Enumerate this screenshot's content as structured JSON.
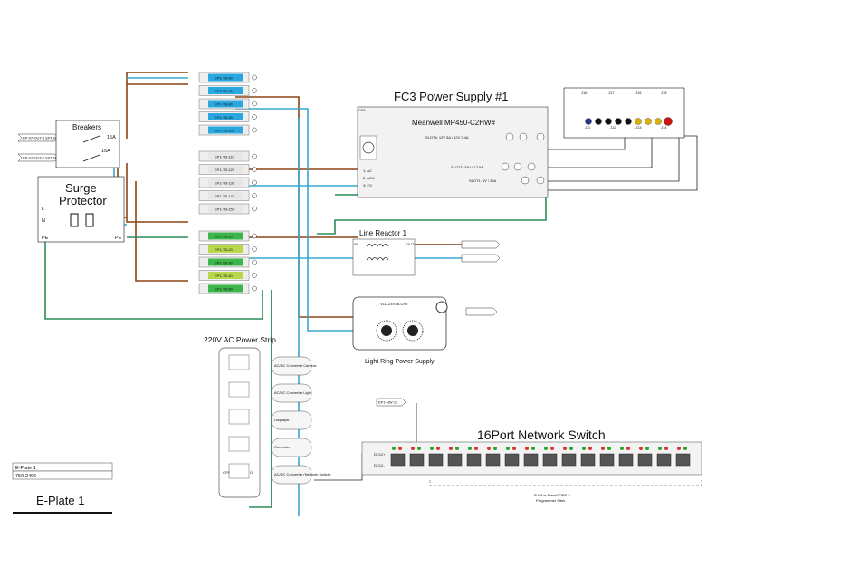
{
  "colors": {
    "wire_brown": "#8b4513",
    "wire_blue": "#3aa7d0",
    "wire_green": "#2e8b57",
    "wire_black": "#222222",
    "breaker_blue": "#29a8e0",
    "breaker_green": "#3cb54a",
    "breaker_yellowgreen": "#b7d84b"
  },
  "breakers_box": {
    "title": "Breakers",
    "rating_1": "15A",
    "rating_2": "15A"
  },
  "surge": {
    "title_line1": "Surge",
    "title_line2": "Protector",
    "l": "L",
    "n": "N",
    "pe_left": "PE",
    "pe_right": "PE"
  },
  "inputs_left": [
    "EP-07-OUT-1 EP1-BRK-IN-L",
    "EP-07-OUT-2 EP1-BRK-IN-N"
  ],
  "top_breakers": [
    "EP1-TB-60",
    "EP1-TB-70",
    "EP1-TB-80",
    "EP1-TB-90",
    "EP1-TB-100"
  ],
  "mid_breakers": [
    "EP1-TB-110",
    "EP1-TB-120",
    "EP1-TB-130",
    "EP1-TB-140",
    "EP1-TB-150"
  ],
  "low_breakers": [
    "EP1-TB-10",
    "EP1-TB-20",
    "EP1-TB-30",
    "EP1-TB-40",
    "EP1-TB-50"
  ],
  "psu": {
    "title": "FC3 Power Supply #1",
    "model": "Meanwell MP450-C2HW#",
    "slot4": "SLOT4: 12V 5A / 12V 3.4A",
    "slot3": "SLOT3: 24V / 12.5A",
    "slot1": "SLOT1: 5V / 25A",
    "cn": "CN1",
    "terminals": [
      "1: AC",
      "2: ACN",
      "3: FG"
    ]
  },
  "connectors": {
    "labels": [
      "J16",
      "J17",
      "J15",
      "J18"
    ],
    "bottom": [
      "J11",
      "J12",
      "J13",
      "J14"
    ]
  },
  "line_reactor": {
    "title": "Line Reactor 1",
    "in": "IN",
    "out": "OUT"
  },
  "light_ring": {
    "title": "Light Ring Power Supply",
    "model": "VLD-24V1A-CH2"
  },
  "power_strip": {
    "title": "220V AC Power Strip",
    "items": [
      "AC/DC Converter Camera",
      "AC/DC Converter Light",
      "Displayer",
      "Computer",
      "AC/DC Converter (Network Switch)"
    ],
    "switch_off": "OFF",
    "switch_on": "O"
  },
  "network": {
    "title": "16Port Network Switch",
    "port_count": 16,
    "label_top": "EP1-NW-12",
    "note_line1": "RJ45 to FlashCORE 3",
    "note_line2": "Programmer Sites",
    "dc_plus": "DC12+",
    "dc_minus": "DC12-"
  },
  "title_block": {
    "name": "E-Plate 1",
    "number": "750-2496",
    "big_title": "E-Plate 1"
  }
}
